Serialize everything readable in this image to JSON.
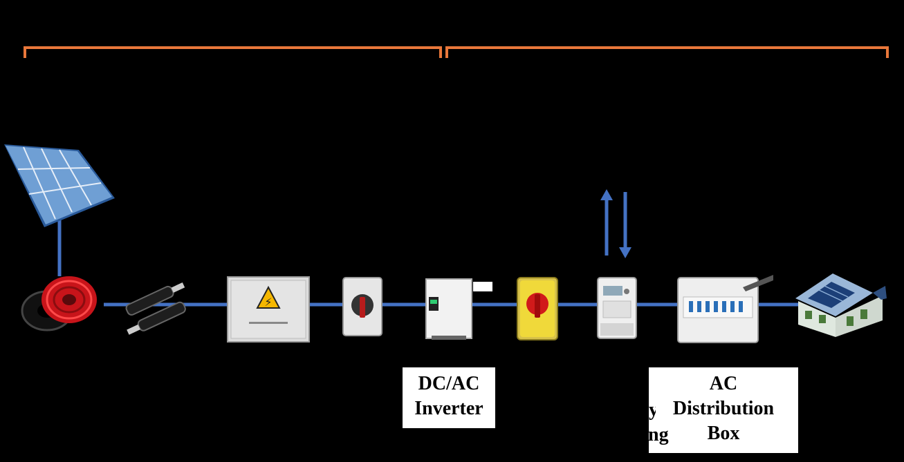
{
  "colors": {
    "background": "#000000",
    "bracket": "#E9773A",
    "wire": "#4472C4"
  },
  "labels": {
    "inverter": [
      "DC/AC",
      "Inverter"
    ],
    "ac_box": [
      "AC",
      "Distribution",
      "Box"
    ],
    "fragment_y": "y",
    "fragment_ng": "ng"
  },
  "components": [
    "solar-panel",
    "pv-cable",
    "mc4-connector",
    "pv-combiner-box",
    "dc-isolator",
    "inverter",
    "ac-isolator",
    "energy-meter",
    "ac-distribution-box",
    "house"
  ]
}
